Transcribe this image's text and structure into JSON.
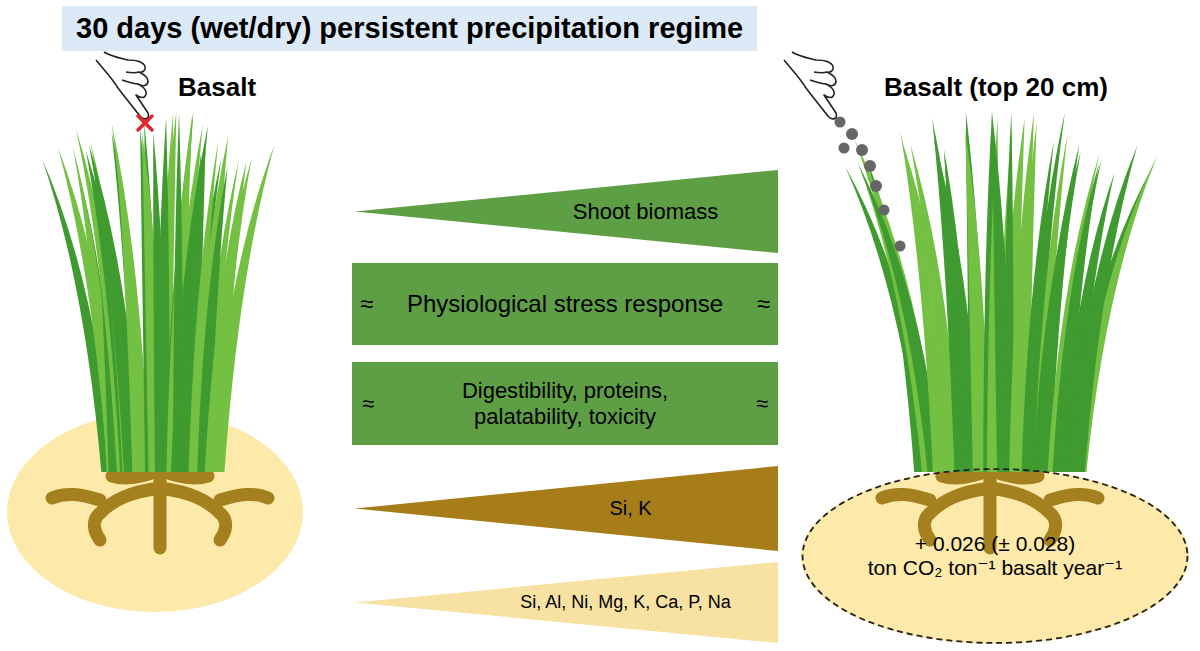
{
  "diagram": {
    "title": "30 days (wet/dry) persistent precipitation regime",
    "nodes": [
      {
        "text": [
          "Shoot biomass"
        ]
      },
      {
        "text": [
          "≈",
          "Physiological stress response",
          "≈"
        ]
      },
      {
        "text": [
          "≈",
          "Digestibility, proteins, palatability, toxicity",
          "≈"
        ]
      },
      {
        "text": [
          "Si, K"
        ]
      },
      {
        "text": [
          "Si, Al, Ni, Mg, K, Ca, P, Na"
        ]
      },
      {
        "text": [
          "+ 0.026 (± 0.028)",
          "ton CO₂ ton⁻¹ basalt year⁻¹"
        ]
      }
    ],
    "labels": [
      "Basalt",
      "Basalt (top 20 cm)"
    ]
  }
}
